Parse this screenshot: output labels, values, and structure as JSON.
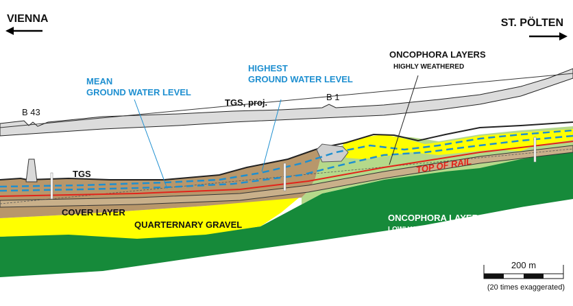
{
  "directions": {
    "left": "VIENNA",
    "right": "ST. PÖLTEN"
  },
  "labels": {
    "b43": "B 43",
    "b1": "B 1",
    "tgs_proj": "TGS, proj.",
    "tgs": "TGS",
    "mean_gw_1": "MEAN",
    "mean_gw_2": "GROUND WATER LEVEL",
    "highest_gw_1": "HIGHEST",
    "highest_gw_2": "GROUND WATER LEVEL",
    "onco_high_1": "ONCOPHORA LAYERS",
    "onco_high_2": "HIGHLY WEATHERED",
    "top_of_rail": "TOP OF RAIL",
    "cover_layer": "COVER LAYER",
    "quarternary_gravel": "QUARTERNARY GRAVEL",
    "onco_low_1": "ONCOPHORA LAYERS",
    "onco_low_2": "LOWLY WEATHERED"
  },
  "scale_bar": {
    "label": "200 m",
    "note": "(20 times exaggerated)"
  },
  "colors": {
    "cover_layer": "#b8976b",
    "gravel": "#ffff00",
    "highly_weathered": "#b5d98a",
    "lowly_weathered": "#168a3a",
    "ground_water": "#1e8fd0",
    "rail": "#e2231a",
    "road": "#d9d9d9"
  }
}
